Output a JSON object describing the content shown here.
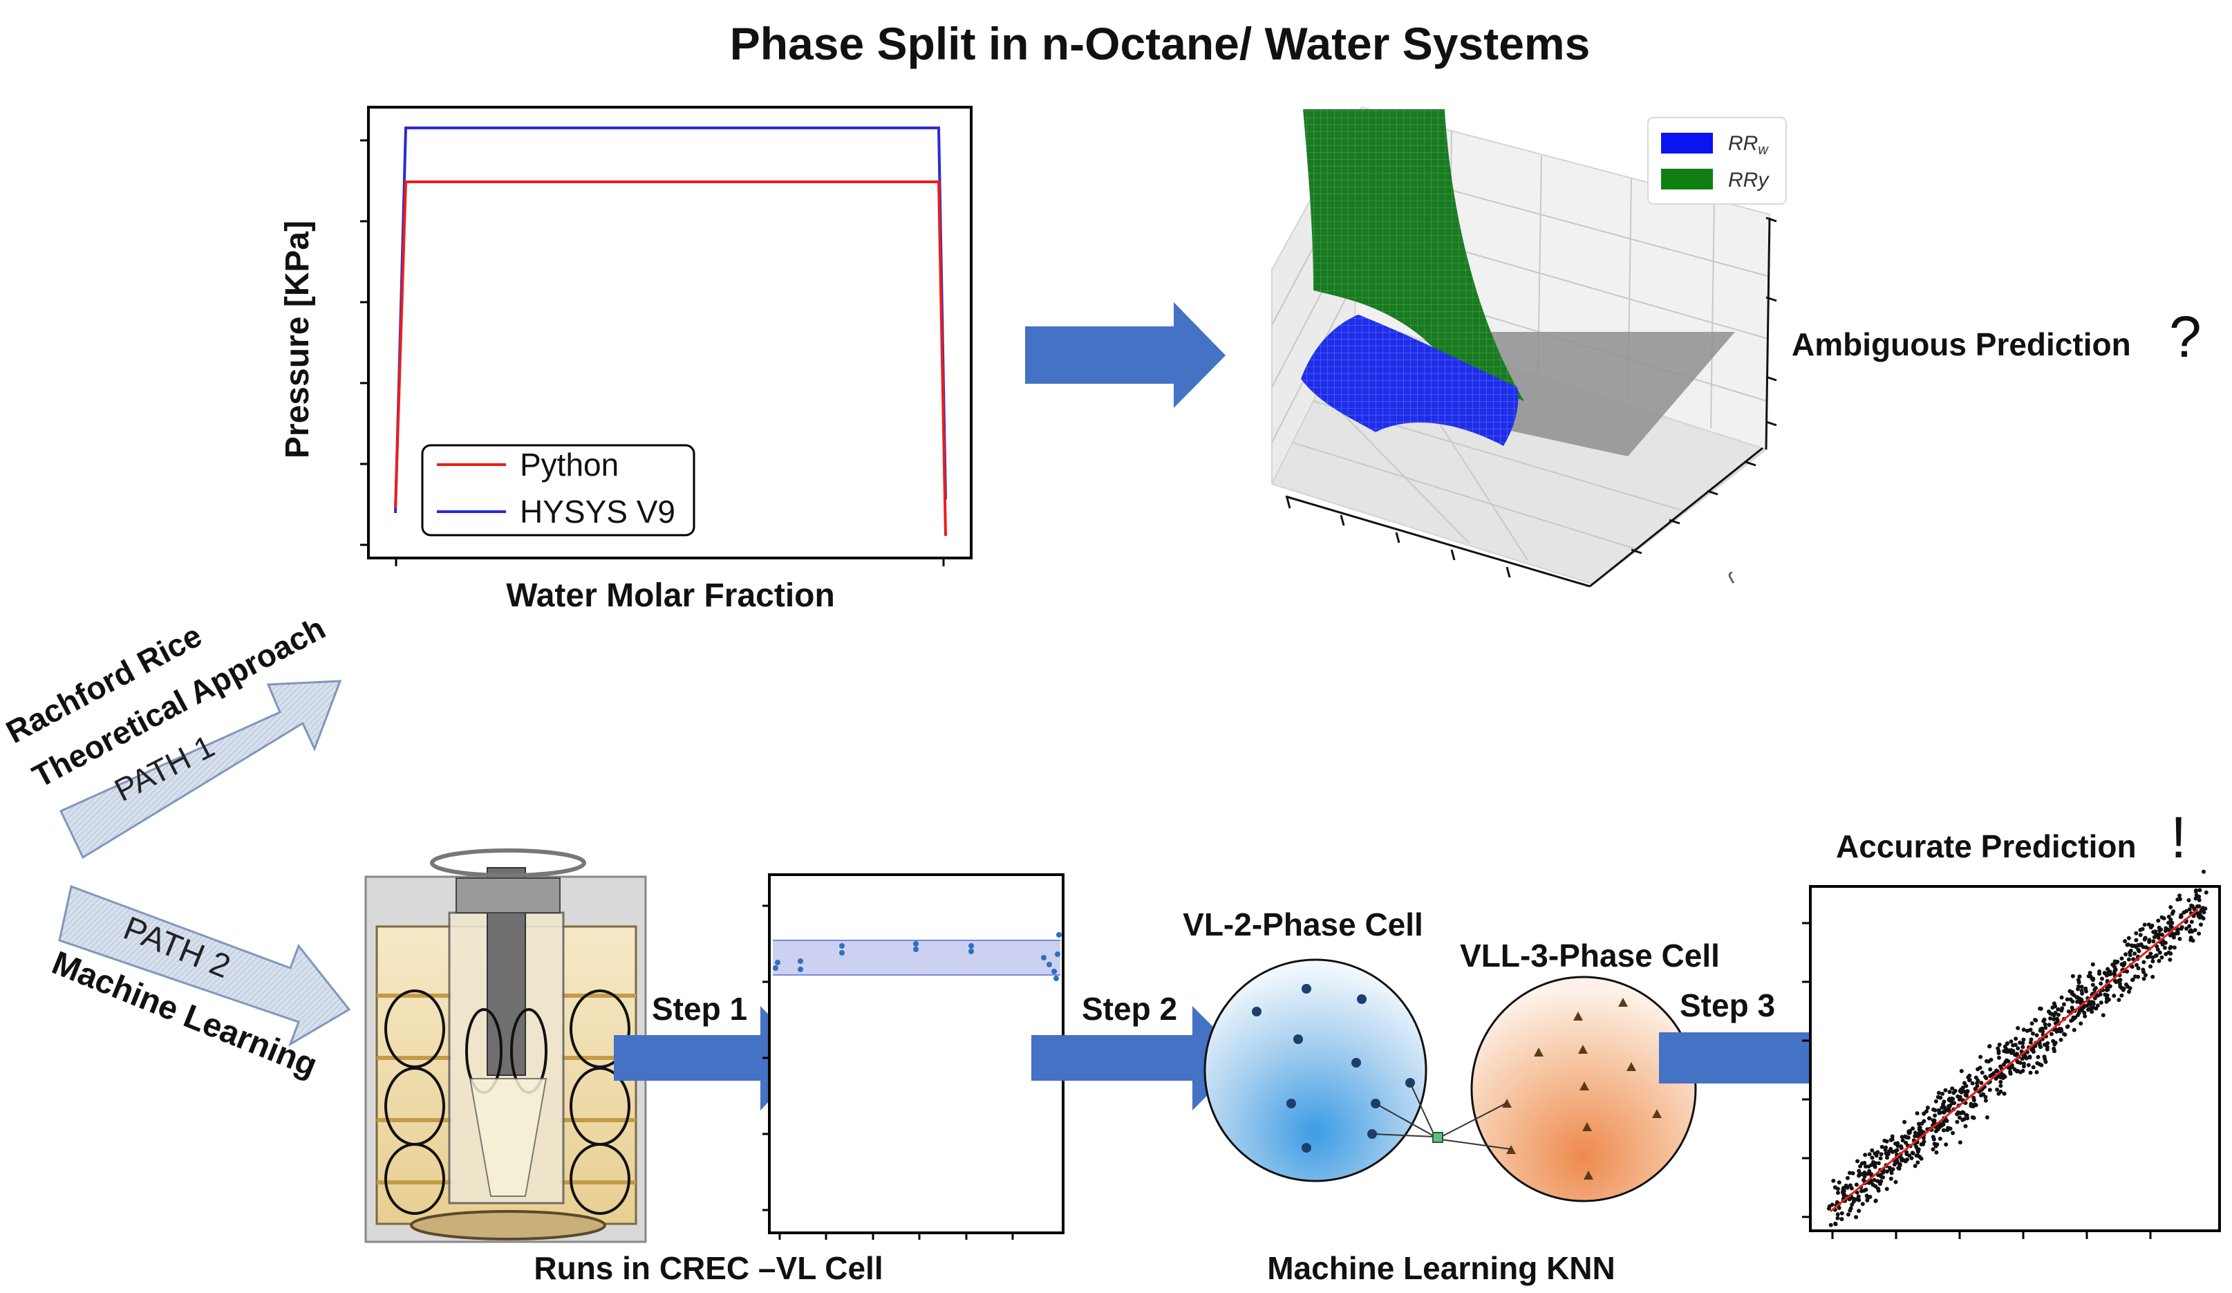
{
  "title": "Phase Split in n-Octane/ Water Systems",
  "pressure_plot": {
    "ylabel": "Pressure [KPa]",
    "xlabel": "Water Molar Fraction",
    "legend": [
      "Python",
      "HYSYS V9"
    ],
    "series_colors": {
      "Python": "#e8201c",
      "HYSYS V9": "#2a2ad6"
    }
  },
  "surface_plot": {
    "legend": {
      "rr_w_main": "RR",
      "rr_w_sub": "w",
      "rr_y": "RRy"
    },
    "legend_colors": {
      "rr_w": "#0a14f0",
      "rr_y": "#0f7f12"
    },
    "stray_mark": "ɾ"
  },
  "ambiguous_prediction": "Ambiguous Prediction",
  "question_mark": "?",
  "path1": {
    "tag": "PATH 1",
    "line1": "Rachford Rice",
    "line2": "Theoretical Approach"
  },
  "path2": {
    "tag": "PATH 2",
    "line1": "Machine Learning"
  },
  "steps": [
    "Step 1",
    "Step 2",
    "Step 3"
  ],
  "crec_caption": "Runs in CREC –VL Cell",
  "knn": {
    "cell_2phase": "VL-2-Phase Cell",
    "cell_3phase": "VLL-3-Phase Cell",
    "caption": "Machine Learning KNN"
  },
  "accurate_prediction": "Accurate Prediction",
  "exclamation": "!",
  "colors": {
    "arrow_blue": "#4472c4",
    "path_arrow_fill": "#d5deea",
    "path_arrow_edge": "#7f97bb"
  }
}
